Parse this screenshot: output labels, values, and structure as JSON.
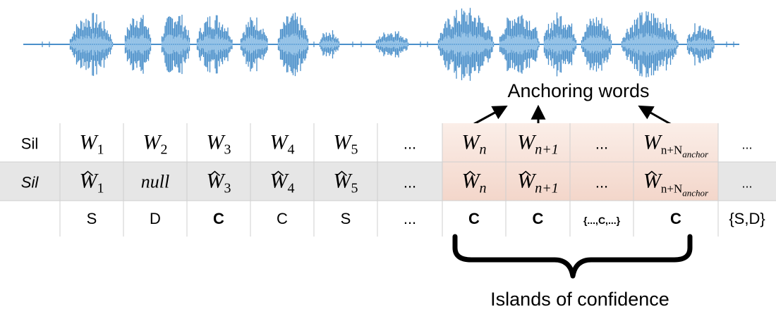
{
  "diagram": {
    "waveform_color": "#4a8fca",
    "waveform_light": "#8fc0e8",
    "highlight_color": "#f6ddd2",
    "grid_color": "#cfcfcf",
    "alt_row_color": "#e6e6e6",
    "anchoring_label": "Anchoring words",
    "islands_label": "Islands of confidence",
    "rows": [
      {
        "name": "reference",
        "cells": [
          {
            "text": "Sil",
            "style": "sans"
          },
          {
            "base": "W",
            "sub": "1",
            "hat": false
          },
          {
            "base": "W",
            "sub": "2",
            "hat": false
          },
          {
            "base": "W",
            "sub": "3",
            "hat": false
          },
          {
            "base": "W",
            "sub": "4",
            "hat": false
          },
          {
            "base": "W",
            "sub": "5",
            "hat": false
          },
          {
            "text": "...",
            "style": "plain"
          },
          {
            "base": "W",
            "sub": "n",
            "sub_italic": true,
            "hat": false
          },
          {
            "base": "W",
            "sub": "n+1",
            "sub_italic": true,
            "hat": false
          },
          {
            "text": "...",
            "style": "plain"
          },
          {
            "base": "W",
            "sub": "n+N",
            "subsub": "anchor",
            "hat": false
          },
          {
            "text": "...",
            "style": "small"
          }
        ]
      },
      {
        "name": "hypothesis",
        "cells": [
          {
            "text": "Sil",
            "style": "sans-italic"
          },
          {
            "base": "W",
            "sub": "1",
            "hat": true
          },
          {
            "text": "null",
            "style": "serif-italic"
          },
          {
            "base": "W",
            "sub": "3",
            "hat": true
          },
          {
            "base": "W",
            "sub": "4",
            "hat": true
          },
          {
            "base": "W",
            "sub": "5",
            "hat": true
          },
          {
            "text": "...",
            "style": "plain"
          },
          {
            "base": "W",
            "sub": "n",
            "sub_italic": true,
            "hat": true
          },
          {
            "base": "W",
            "sub": "n+1",
            "sub_italic": true,
            "hat": true
          },
          {
            "text": "...",
            "style": "plain"
          },
          {
            "base": "W",
            "sub": "n+N",
            "subsub": "anchor",
            "hat": true
          },
          {
            "text": "...",
            "style": "small"
          }
        ]
      },
      {
        "name": "alignment",
        "cells": [
          {
            "text": "",
            "style": "sans"
          },
          {
            "text": "S",
            "style": "sans"
          },
          {
            "text": "D",
            "style": "sans"
          },
          {
            "text": "C",
            "style": "sans-bold"
          },
          {
            "text": "C",
            "style": "sans"
          },
          {
            "text": "S",
            "style": "sans"
          },
          {
            "text": "...",
            "style": "plain"
          },
          {
            "text": "C",
            "style": "sans-bold"
          },
          {
            "text": "C",
            "style": "sans-bold"
          },
          {
            "text": "{...,C,...}",
            "style": "sans-bold-small"
          },
          {
            "text": "C",
            "style": "sans-bold"
          },
          {
            "text": "{S,D}",
            "style": "sans"
          }
        ]
      }
    ]
  }
}
